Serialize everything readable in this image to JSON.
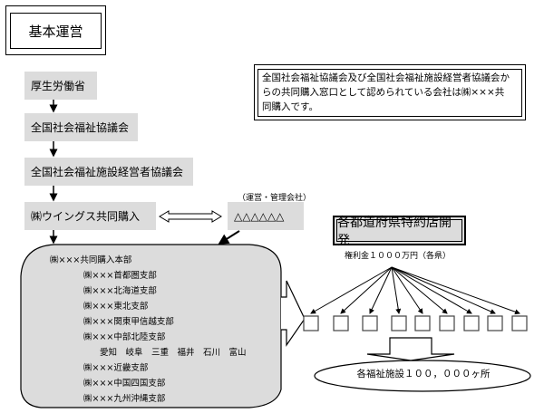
{
  "title": "基本運営",
  "chain": [
    {
      "label": "厚生労働省"
    },
    {
      "label": "全国社会福祉協議会"
    },
    {
      "label": "全国社会福祉施設経営者協議会"
    },
    {
      "label": "㈱ウイングス共同購入"
    }
  ],
  "note": {
    "lines": [
      "全国社会福祉協議会及び全国社会福祉施設経営者協議会か",
      "らの共同購入窓口として認められている会社は㈱×××共",
      "同購入です。"
    ]
  },
  "management_company": {
    "caption": "（運営・管理会社）",
    "label": "△△△△△△"
  },
  "headquarters": {
    "main": "㈱×××共同購入本部",
    "branches": [
      "㈱×××首都圏支部",
      "㈱×××北海道支部",
      "㈱×××東北支部",
      "㈱×××関東甲信越支部",
      "㈱×××中部北陸支部",
      "愛知　岐阜　三重　福井　石川　富山",
      "㈱×××近畿支部",
      "㈱×××中国四国支部",
      "㈱×××九州沖縄支部"
    ]
  },
  "development": {
    "label": "各都道府県特約店開発",
    "fee": "権利金１０００万円（各県）",
    "store_count": 9
  },
  "facilities": {
    "label": "各福祉施設１００，０００ヶ所"
  },
  "colors": {
    "box_fill": "#dcdcdc",
    "line": "#000000"
  }
}
